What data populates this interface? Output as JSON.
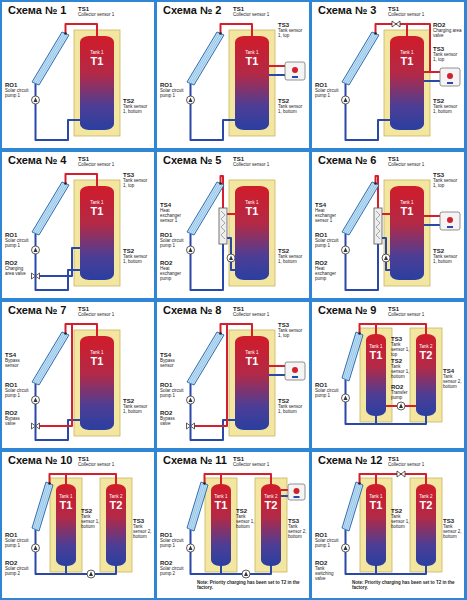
{
  "diagram": {
    "nodes": [
      {
        "text": [
          "Схема № 1"
        ]
      },
      {
        "text": [
          "Tank 1",
          "T1"
        ],
        "in": 0
      },
      {
        "text": [
          "Схема № 2"
        ]
      },
      {
        "text": [
          "Tank 1",
          "T1"
        ],
        "in": 2
      },
      {
        "text": [
          "Схема № 3"
        ]
      },
      {
        "text": [
          "Tank 1",
          "T1"
        ],
        "in": 4
      },
      {
        "text": [
          "Схема № 4"
        ]
      },
      {
        "text": [
          "Tank 1",
          "T1"
        ],
        "in": 6
      },
      {
        "text": [
          "Схема № 5"
        ]
      },
      {
        "text": [
          "Tank 1",
          "T1"
        ],
        "in": 8
      },
      {
        "text": [
          "Схема № 6"
        ]
      },
      {
        "text": [
          "Tank 1",
          "T1"
        ],
        "in": 10
      },
      {
        "text": [
          "Схема № 7"
        ]
      },
      {
        "text": [
          "Tank 1",
          "T1"
        ],
        "in": 12
      },
      {
        "text": [
          "Схема № 8"
        ]
      },
      {
        "text": [
          "Tank 1",
          "T1"
        ],
        "in": 14
      },
      {
        "text": [
          "Схема № 9"
        ]
      },
      {
        "text": [
          "Tank 1",
          "T1"
        ],
        "in": 16
      },
      {
        "text": [
          "Tank 2",
          "T2"
        ],
        "in": 16
      },
      {
        "text": [
          "Схема № 10"
        ]
      },
      {
        "text": [
          "Tank 1",
          "T1"
        ],
        "in": 19
      },
      {
        "text": [
          "Tank 2",
          "T2"
        ],
        "in": 19
      },
      {
        "text": [
          "Схема № 11"
        ]
      },
      {
        "text": [
          "Tank 1",
          "T1"
        ],
        "in": 22
      },
      {
        "text": [
          "Tank 2",
          "T2"
        ],
        "in": 22
      },
      {
        "text": [
          "Схема № 12"
        ]
      },
      {
        "text": [
          "Tank 1",
          "T1"
        ],
        "in": 25
      },
      {
        "text": [
          "Tank 2",
          "T2"
        ],
        "in": 25
      }
    ],
    "labels": [
      "TS1",
      "Collector sensor 1",
      "RO1",
      "Solar circuit pump 1",
      "TS2",
      "Tank sensor 1, bottom",
      "TS1",
      "Collector sensor 1",
      "TS3",
      "Tank sensor 1, top",
      "RO1",
      "Solar circuit pump 1",
      "TS2",
      "Tank sensor 1, bottom",
      "TS1",
      "Collector sensor 1",
      "RO2",
      "Charging area valve",
      "TS3",
      "Tank sensor 1, top",
      "RO1",
      "Solar circuit pump 1",
      "TS2",
      "Tank sensor 1, bottom",
      "TS1",
      "Collector sensor 1",
      "TS3",
      "Tank sensor 1, top",
      "RO1",
      "Solar circuit pump 1",
      "RO2",
      "Charging area valve",
      "TS2",
      "Tank sensor 1, bottom",
      "TS1",
      "Collector sensor 1",
      "TS4",
      "Heat exchanger sensor 1",
      "RO1",
      "Solar circuit pump 1",
      "RO2",
      "Heat exchanger pump",
      "TS2",
      "Tank sensor 1, bottom",
      "TS1",
      "Collector sensor 1",
      "TS3",
      "Tank sensor 1, top",
      "TS4",
      "Heat exchanger sensor 1",
      "RO1",
      "Solar circuit pump 1",
      "RO2",
      "Heat exchanger pump",
      "TS2",
      "Tank sensor 1, bottom",
      "TS1",
      "Collector sensor 1",
      "TS4",
      "Bypass sensor",
      "RO1",
      "Solar circuit pump 1",
      "RO2",
      "Bypass valve",
      "TS2",
      "Tank sensor 1, bottom",
      "TS1",
      "Collector sensor 1",
      "TS3",
      "Tank sensor 1, top",
      "TS4",
      "Bypass sensor",
      "RO1",
      "Solar circuit pump 1",
      "RO2",
      "Bypass valve",
      "TS2",
      "Tank sensor 1, bottom",
      "TS1",
      "Collector sensor 1",
      "TS3",
      "Tank sensor 1, top",
      "RO1",
      "Solar circuit pump 1",
      "RO2",
      "Transfer pump",
      "TS2",
      "Tank sensor 1, bottom",
      "TS4",
      "Tank sensor 2, bottom",
      "TS1",
      "Collector sensor 1",
      "RO1",
      "Solar circuit pump 1",
      "RO2",
      "Solar circuit pump 2",
      "TS2",
      "Tank sensor 1, bottom",
      "TS3",
      "Tank sensor 2, bottom",
      "TS1",
      "Collector sensor 1",
      "RO1",
      "Solar circuit pump 1",
      "RO2",
      "Solar circuit pump 2",
      "TS2",
      "Tank sensor 1, bottom",
      "TS3",
      "Tank sensor 2, bottom",
      "Note: Priority charging has been set to T2 in the factory.",
      "TS1",
      "Collector sensor 1",
      "RO1",
      "Solar circuit pump 1",
      "RO2",
      "Tank switching valve",
      "TS2",
      "Tank sensor 1, bottom",
      "TS3",
      "Tank sensor 2, bottom",
      "Note: Priority charging has been set to T2 in the factory."
    ]
  }
}
